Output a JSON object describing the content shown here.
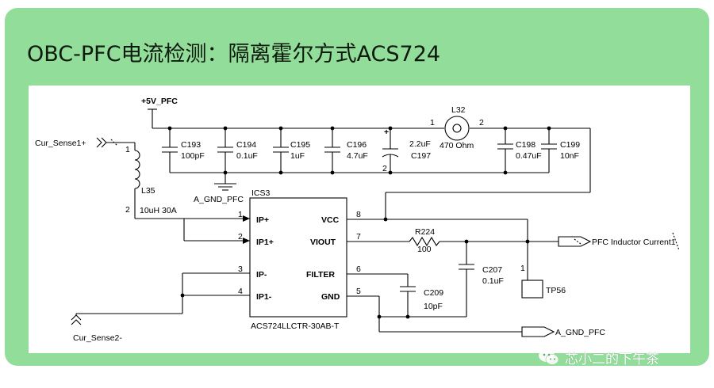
{
  "title": "OBC-PFC电流检测：隔离霍尔方式ACS724",
  "watermark": "芯小二的下午茶",
  "schematic": {
    "power_net": "+5V_PFC",
    "ground_net": "A_GND_PFC",
    "ground_port": "A_GND_PFC",
    "input_port_pos": "Cur_Sense1+",
    "input_port_neg": "Cur_Sense2-",
    "output_port": "PFC Inductor Current1",
    "ic": {
      "ref": "ICS3",
      "part": "ACS724LLCTR-30AB-T",
      "pins_left": [
        {
          "num": "1",
          "name": "IP+"
        },
        {
          "num": "2",
          "name": "IP1+"
        },
        {
          "num": "3",
          "name": "IP-"
        },
        {
          "num": "4",
          "name": "IP1-"
        }
      ],
      "pins_right": [
        {
          "num": "8",
          "name": "VCC"
        },
        {
          "num": "7",
          "name": "VIOUT"
        },
        {
          "num": "6",
          "name": "FILTER"
        },
        {
          "num": "5",
          "name": "GND"
        }
      ]
    },
    "inductor_L35": {
      "ref": "L35",
      "value": "10uH 30A",
      "pin1": "1",
      "pin2": "2"
    },
    "ferrite_L32": {
      "ref": "L32",
      "value": "470 Ohm",
      "pin1": "1",
      "pin2": "2"
    },
    "caps": [
      {
        "ref": "C193",
        "value": "100pF"
      },
      {
        "ref": "C194",
        "value": "0.1uF"
      },
      {
        "ref": "C195",
        "value": "1uF"
      },
      {
        "ref": "C196",
        "value": "4.7uF"
      },
      {
        "ref": "C197",
        "value": "2.2uF"
      },
      {
        "ref": "C198",
        "value": "0.47uF"
      },
      {
        "ref": "C199",
        "value": "10nF"
      },
      {
        "ref": "C207",
        "value": "0.1uF"
      },
      {
        "ref": "C209",
        "value": "10pF"
      }
    ],
    "c197_plus": "+",
    "c197_pin2": "2",
    "resistor_R224": {
      "ref": "R224",
      "value": "100"
    },
    "testpoint": {
      "ref": "TP56",
      "pin": "1"
    }
  }
}
